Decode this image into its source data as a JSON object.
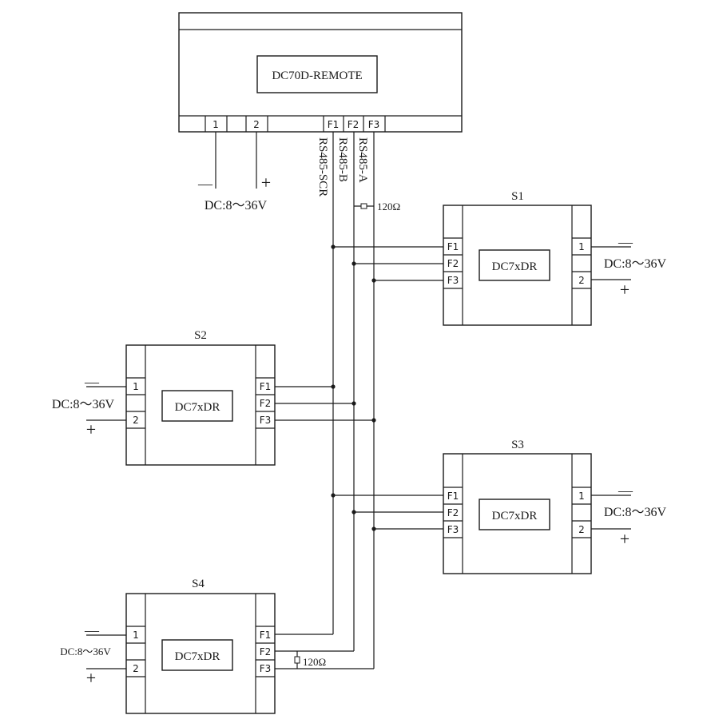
{
  "controller": {
    "model": "DC70D-REMOTE",
    "terminals": [
      "1",
      "2",
      "F1",
      "F2",
      "F3"
    ],
    "power_label": "DC:8～36V",
    "minus": "—",
    "plus": "+",
    "bus_labels": [
      "RS485-SCR",
      "RS485-B",
      "RS485-A"
    ],
    "resistor_label": "120Ω"
  },
  "slaves": [
    {
      "id": "S1",
      "model": "DC7xDR",
      "bus_terms": [
        "F1",
        "F2",
        "F3"
      ],
      "power_terms": [
        "1",
        "2"
      ],
      "power_label": "DC:8～36V",
      "minus": "—",
      "plus": "+"
    },
    {
      "id": "S2",
      "model": "DC7xDR",
      "bus_terms": [
        "F1",
        "F2",
        "F3"
      ],
      "power_terms": [
        "1",
        "2"
      ],
      "power_label": "DC:8～36V",
      "minus": "—",
      "plus": "+"
    },
    {
      "id": "S3",
      "model": "DC7xDR",
      "bus_terms": [
        "F1",
        "F2",
        "F3"
      ],
      "power_terms": [
        "1",
        "2"
      ],
      "power_label": "DC:8～36V",
      "minus": "—",
      "plus": "+"
    },
    {
      "id": "S4",
      "model": "DC7xDR",
      "bus_terms": [
        "F1",
        "F2",
        "F3"
      ],
      "power_terms": [
        "1",
        "2"
      ],
      "power_label": "DC:8～36V",
      "minus": "—",
      "plus": "+",
      "resistor_label": "120Ω"
    }
  ]
}
